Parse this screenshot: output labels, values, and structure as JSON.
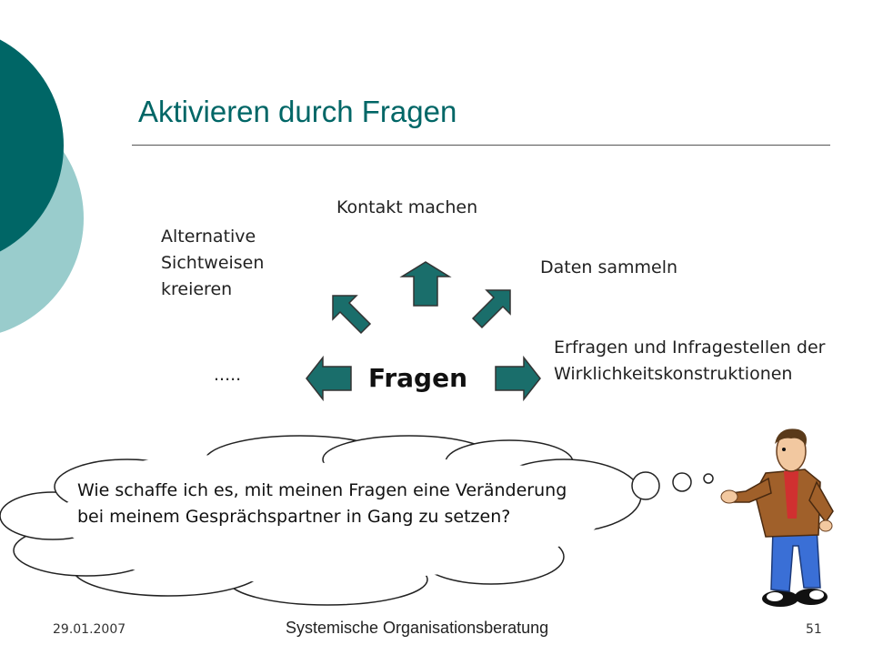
{
  "slide": {
    "title": "Aktivieren durch Fragen",
    "center_word": "Fragen",
    "labels": {
      "kontakt": "Kontakt machen",
      "alternative": "Alternative Sichtweisen kreieren",
      "daten": "Daten sammeln",
      "erfragen": "Erfragen und Infragestellen der Wirklichkeitskonstruktionen",
      "dots": "....."
    },
    "thought_bubble": "Wie schaffe ich es, mit meinen Fragen eine Veränderung bei meinem Gesprächspartner in Gang zu setzen?"
  },
  "footer": {
    "date": "29.01.2007",
    "center": "Systemische Organisationsberatung",
    "page_number": "51"
  },
  "colors": {
    "accent_dark": "#006666",
    "accent_light": "#99cccc",
    "arrow_fill": "#1a6e6b"
  }
}
